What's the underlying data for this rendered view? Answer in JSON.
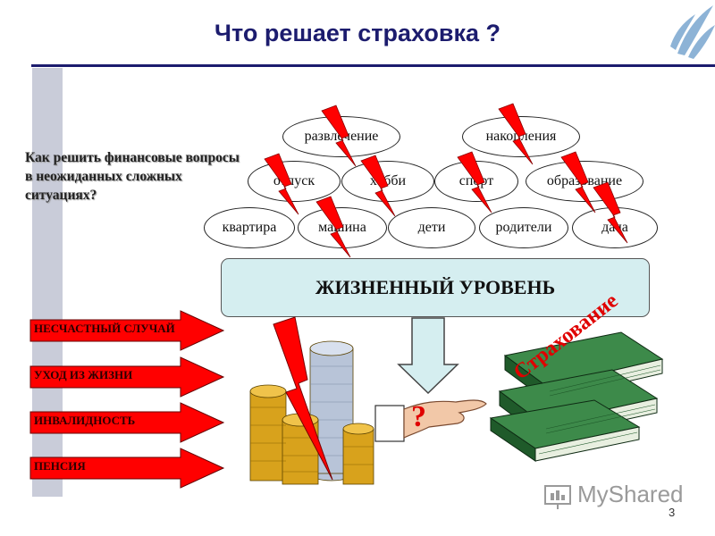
{
  "slide": {
    "title": "Что решает страховка ?",
    "question": "Как решить финансовые вопросы в неожиданных сложных ситуациях?",
    "page_number": "3",
    "watermark": "MyShared"
  },
  "goals": {
    "row1": [
      "развлечение",
      "накопления"
    ],
    "row2": [
      "отпуск",
      "хобби",
      "спорт",
      "образование"
    ],
    "row3": [
      "квартира",
      "машина",
      "дети",
      "родители",
      "дача"
    ]
  },
  "life_level": "ЖИЗНЕННЫЙ УРОВЕНЬ",
  "risks": [
    "НЕСЧАСТНЫЙ СЛУЧАЙ",
    "УХОД ИЗ ЖИЗНИ",
    "ИНВАЛИДНОСТЬ",
    "ПЕНСИЯ"
  ],
  "hand_mark": "?",
  "money_label": "Страхование",
  "colors": {
    "title": "#1c1c6e",
    "lightning": "#ff0000",
    "arrow": "#ff0000",
    "life_box": "#d5eef0",
    "money": "#1f5a2a"
  }
}
